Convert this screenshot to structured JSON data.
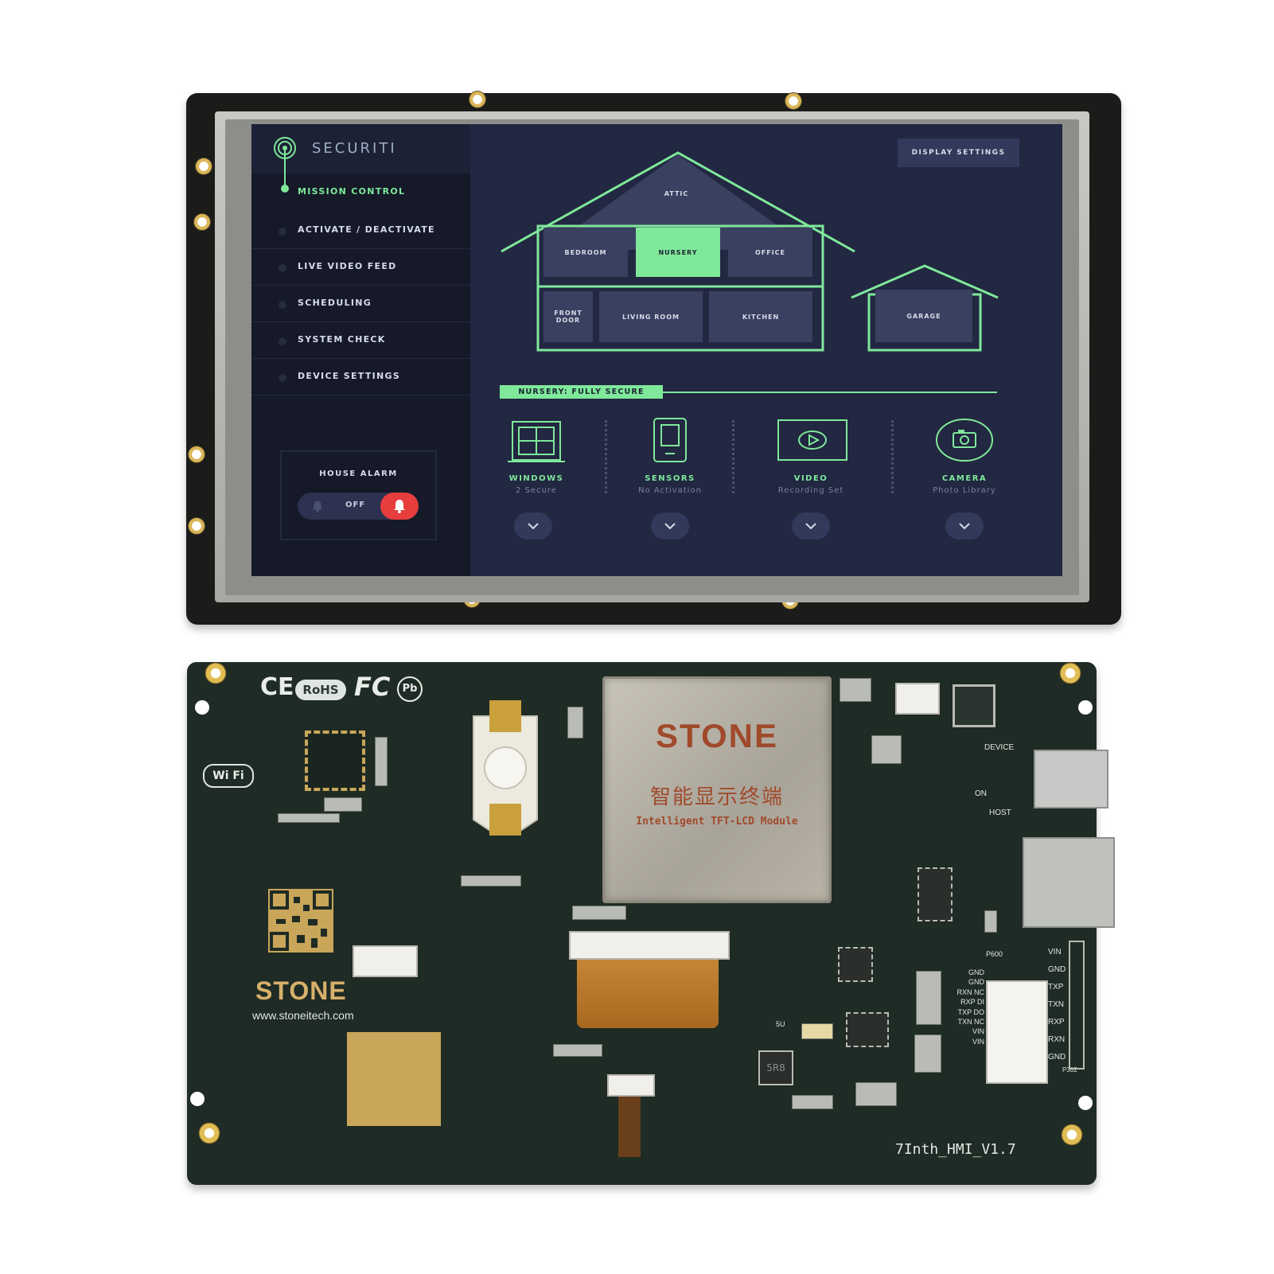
{
  "screen_ui": {
    "brand": "SECURITI",
    "mission_control": "MISSION CONTROL",
    "menu": [
      "ACTIVATE / DEACTIVATE",
      "LIVE VIDEO FEED",
      "SCHEDULING",
      "SYSTEM CHECK",
      "DEVICE SETTINGS"
    ],
    "alarm": {
      "title": "HOUSE ALARM",
      "state": "OFF"
    },
    "display_settings": "DISPLAY SETTINGS",
    "rooms": {
      "attic": "ATTIC",
      "bedroom": "BEDROOM",
      "nursery": "NURSERY",
      "office": "OFFICE",
      "front_door": "FRONT DOOR",
      "living_room": "LIVING ROOM",
      "kitchen": "KITCHEN",
      "garage": "GARAGE"
    },
    "status": "NURSERY: FULLY SECURE",
    "tiles": [
      {
        "title": "WINDOWS",
        "sub": "2 Secure"
      },
      {
        "title": "SENSORS",
        "sub": "No Activation"
      },
      {
        "title": "VIDEO",
        "sub": "Recording Set"
      },
      {
        "title": "CAMERA",
        "sub": "Photo Library"
      }
    ],
    "colors": {
      "accent": "#7fe89a",
      "background": "#222742",
      "sidebar": "#151928",
      "alarm_red": "#e83d3d"
    }
  },
  "board": {
    "cert_ce": "CE",
    "cert_rohs": "RoHS",
    "cert_fc": "FC",
    "cert_pb": "Pb",
    "wifi": "Wi Fi",
    "logo": "STONE",
    "url": "www.stoneitech.com",
    "chip_brand": "STONE",
    "chip_cn": "智能显示终端",
    "chip_en": "Intelligent TFT-LCD Module",
    "model": "7Inth_HMI_V1.7",
    "device_label": "DEVICE",
    "host_label": "HOST",
    "on_label": "ON",
    "pins_right": [
      "VIN",
      "GND",
      "TXP",
      "TXN",
      "RXP",
      "RXN",
      "GND"
    ],
    "pins_left": [
      "GND",
      "GND",
      "RXN NC",
      "RXP DI",
      "TXP DO",
      "TXN NC",
      "VIN",
      "VIN"
    ],
    "p600": "P600",
    "p302": "P302",
    "label_5u": "5U",
    "label_5r8": "5R8"
  }
}
